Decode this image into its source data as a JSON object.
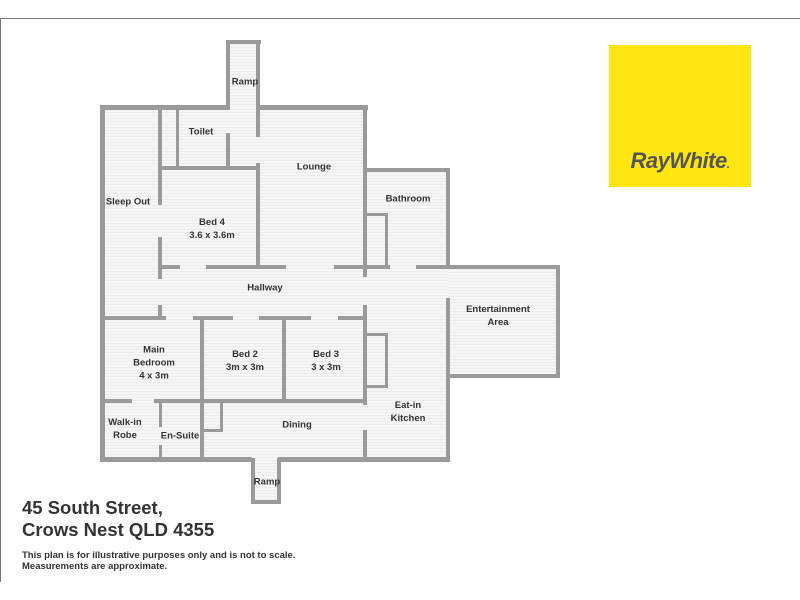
{
  "property": {
    "address_line1": "45 South Street,",
    "address_line2": "Crows Nest QLD 4355",
    "disclaimer_line1": "This plan is for illustrative purposes only and is not to scale.",
    "disclaimer_line2": "Measurements are approximate."
  },
  "brand": {
    "name": "RayWhite",
    "dot": ".",
    "color": "#ffe512",
    "text_color": "#555555"
  },
  "rooms": [
    {
      "id": "ramp-top",
      "name": "Ramp",
      "dimensions": ""
    },
    {
      "id": "toilet",
      "name": "Toilet",
      "dimensions": ""
    },
    {
      "id": "lounge",
      "name": "Lounge",
      "dimensions": ""
    },
    {
      "id": "sleep-out",
      "name": "Sleep Out",
      "dimensions": ""
    },
    {
      "id": "bed-4",
      "name": "Bed 4",
      "dimensions": "3.6 x 3.6m"
    },
    {
      "id": "bathroom",
      "name": "Bathroom",
      "dimensions": ""
    },
    {
      "id": "hallway",
      "name": "Hallway",
      "dimensions": ""
    },
    {
      "id": "entertainment",
      "name": "Entertainment",
      "name2": "Area",
      "dimensions": ""
    },
    {
      "id": "main-bedroom",
      "name": "Main",
      "name2": "Bedroom",
      "dimensions": "4 x 3m"
    },
    {
      "id": "bed-2",
      "name": "Bed 2",
      "dimensions": "3m x 3m"
    },
    {
      "id": "bed-3",
      "name": "Bed 3",
      "dimensions": "3 x 3m"
    },
    {
      "id": "walk-in-robe",
      "name": "Walk-in",
      "name2": "Robe",
      "dimensions": ""
    },
    {
      "id": "en-suite",
      "name": "En-Suite",
      "dimensions": ""
    },
    {
      "id": "dining",
      "name": "Dining",
      "dimensions": ""
    },
    {
      "id": "kitchen",
      "name": "Eat-in",
      "name2": "Kitchen",
      "dimensions": ""
    },
    {
      "id": "ramp-bottom",
      "name": "Ramp",
      "dimensions": ""
    }
  ]
}
